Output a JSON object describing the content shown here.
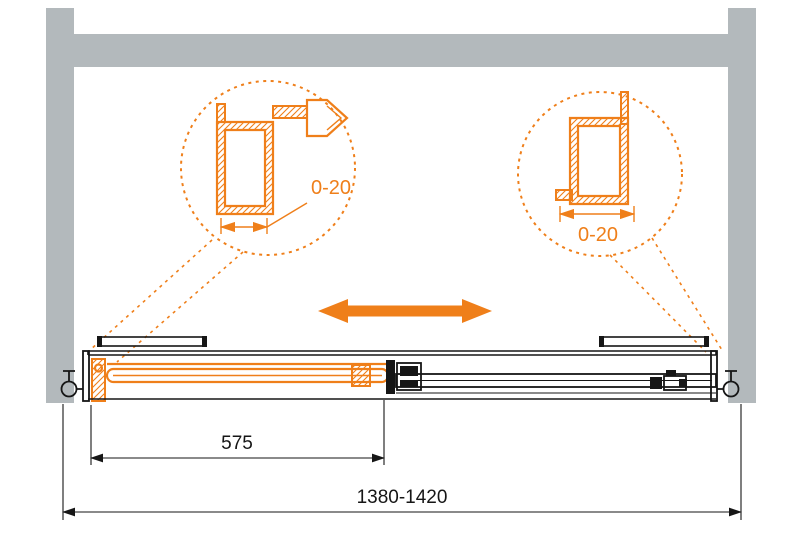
{
  "diagram": {
    "detail_left": {
      "dimension_label": "0-20"
    },
    "detail_right": {
      "dimension_label": "0-20"
    },
    "dimensions": {
      "panel_width": "575",
      "overall_width": "1380-1420"
    }
  },
  "colors": {
    "accent_orange": "#EF7F1A",
    "wall_gray": "#B3B9BC",
    "line_black": "#161616",
    "background": "#FFFFFF"
  }
}
